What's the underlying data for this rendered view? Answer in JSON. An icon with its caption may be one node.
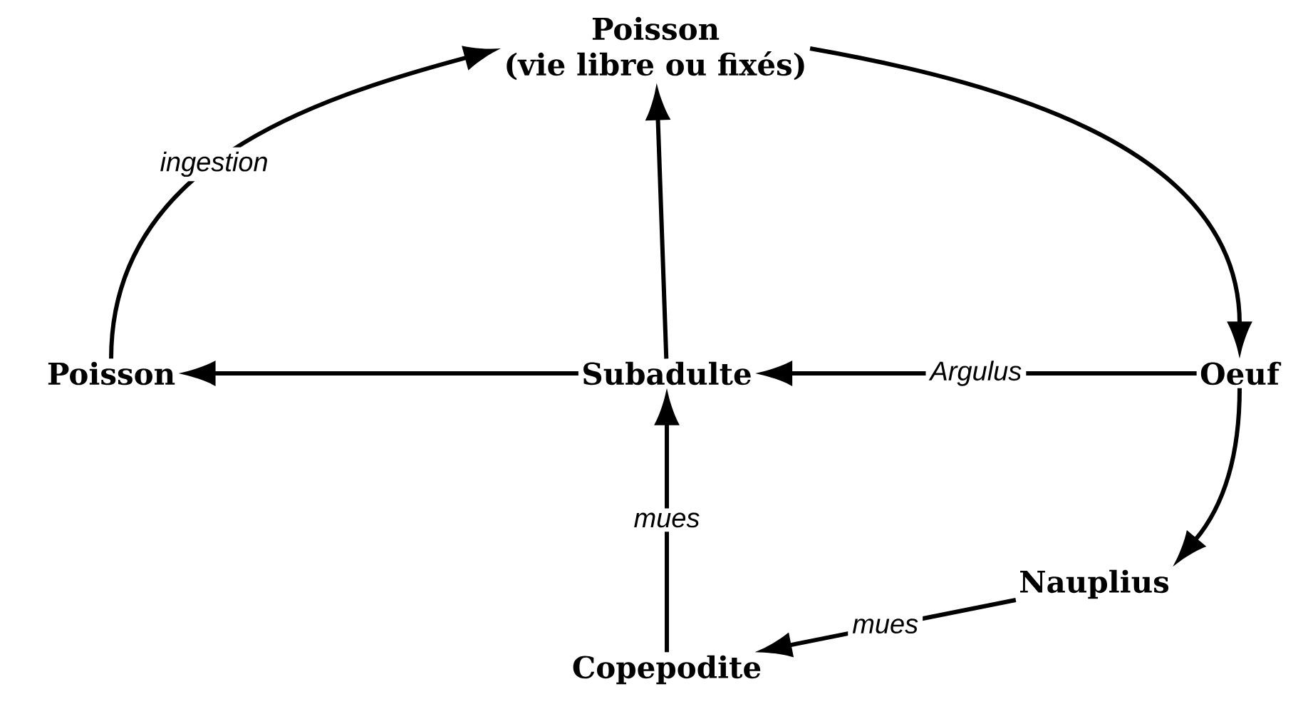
{
  "diagram": {
    "nodes": [
      {
        "text": [
          "Poisson",
          "(vie libre ou fixés)"
        ]
      },
      {
        "text": [
          "Poisson"
        ]
      },
      {
        "text": [
          "Subadulte"
        ]
      },
      {
        "text": [
          "Oeuf"
        ]
      },
      {
        "text": [
          "Nauplius"
        ]
      },
      {
        "text": [
          "Copepodite"
        ]
      }
    ],
    "edges": [
      {
        "from": 1,
        "to": 0,
        "arrow": "to",
        "label": "ingestion"
      },
      {
        "from": 0,
        "to": 3,
        "arrow": "to"
      },
      {
        "from": 2,
        "to": 1,
        "arrow": "to"
      },
      {
        "from": 2,
        "to": 0,
        "arrow": "to"
      },
      {
        "from": 3,
        "to": 2,
        "arrow": "to",
        "label": "Argulus"
      },
      {
        "from": 3,
        "to": 4,
        "arrow": "to"
      },
      {
        "from": 4,
        "to": 5,
        "arrow": "to",
        "label": "mues"
      },
      {
        "from": 5,
        "to": 2,
        "arrow": "to",
        "label": "mues"
      }
    ]
  }
}
